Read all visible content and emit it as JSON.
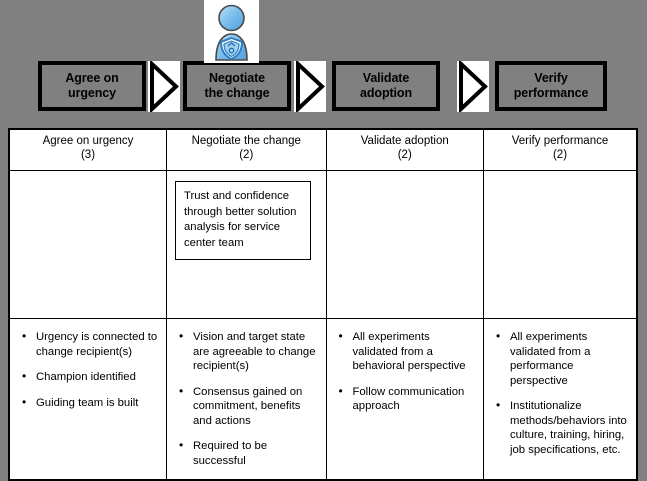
{
  "background_color": "#808080",
  "avatar": {
    "icon": "person-with-shield-badge-icon",
    "accent_color": "#5aa9e6"
  },
  "process_flow": {
    "arrow_icon": "right-arrow-icon",
    "steps": [
      {
        "label_line1": "Agree on",
        "label_line2": "urgency"
      },
      {
        "label_line1": "Negotiate",
        "label_line2": "the change"
      },
      {
        "label_line1": "Validate",
        "label_line2": "adoption"
      },
      {
        "label_line1": "Verify",
        "label_line2": "performance"
      }
    ]
  },
  "matrix": {
    "headers": [
      {
        "title": "Agree on urgency",
        "count": "(3)"
      },
      {
        "title": "Negotiate the change",
        "count": "(2)"
      },
      {
        "title": "Validate adoption",
        "count": "(2)"
      },
      {
        "title": "Verify performance",
        "count": "(2)"
      }
    ],
    "middle_row": [
      {
        "callout": null
      },
      {
        "callout": "Trust and confidence through better solution analysis for service center team"
      },
      {
        "callout": null
      },
      {
        "callout": null
      }
    ],
    "bottom_row": [
      {
        "bullets": [
          "Urgency is connected to change recipient(s)",
          "Champion identified",
          "Guiding team is built"
        ]
      },
      {
        "bullets": [
          "Vision and target state are agreeable to change recipient(s)",
          "Consensus gained on commitment, benefits and actions",
          "Required to be successful"
        ]
      },
      {
        "bullets": [
          "All experiments validated from a behavioral perspective",
          "Follow communication approach"
        ]
      },
      {
        "bullets": [
          "All experiments validated from a performance perspective",
          "Institutionalize methods/behaviors into culture, training, hiring, job specifications, etc."
        ]
      }
    ]
  }
}
